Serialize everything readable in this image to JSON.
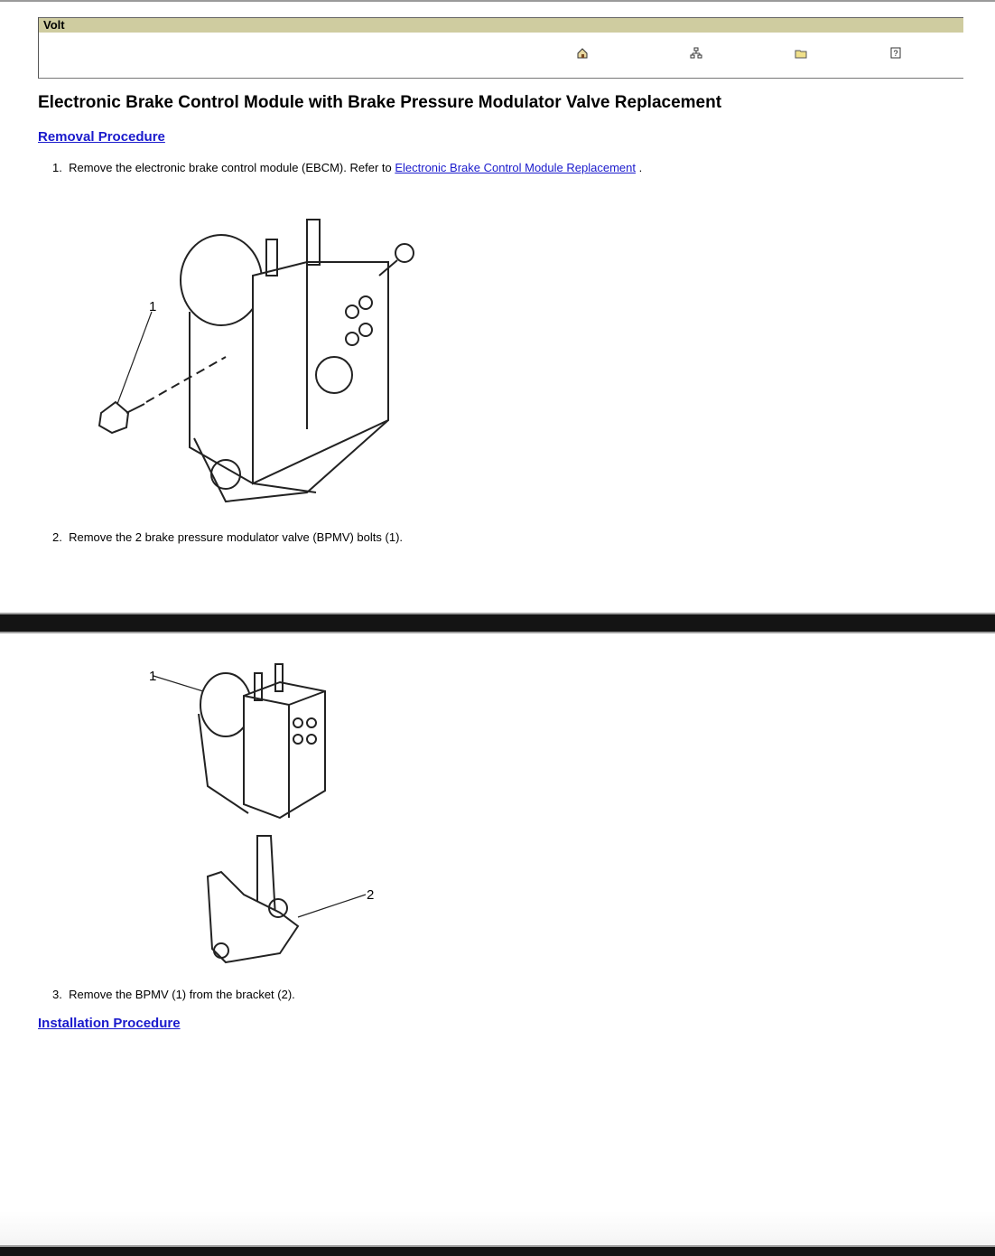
{
  "header": {
    "title": "Volt",
    "icons": [
      "home-icon",
      "sitemap-icon",
      "folder-icon",
      "help-icon"
    ]
  },
  "page_title": "Electronic Brake Control Module with Brake Pressure Modulator Valve Replacement",
  "removal": {
    "heading": "Removal Procedure",
    "steps": [
      {
        "num": "1.",
        "text": "Remove the electronic brake control module (EBCM). Refer to ",
        "link": "Electronic Brake Control Module Replacement",
        "after": " ."
      },
      {
        "num": "2.",
        "text": "Remove the 2 brake pressure modulator valve (BPMV) bolts (1)."
      },
      {
        "num": "3.",
        "text": "Remove the BPMV (1) from the bracket (2)."
      }
    ],
    "figure1": {
      "callouts": [
        "1"
      ]
    },
    "figure2": {
      "callouts": [
        "1",
        "2"
      ]
    }
  },
  "installation": {
    "heading": "Installation Procedure"
  }
}
